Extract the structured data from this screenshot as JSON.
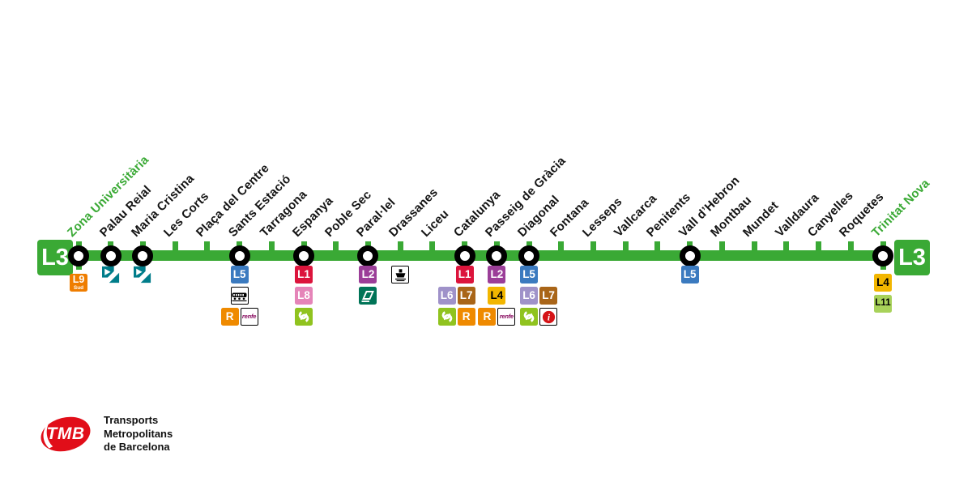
{
  "line": {
    "badge_label": "L3",
    "color": "#3AA935",
    "terminal_label_color": "#3AA935"
  },
  "logo": {
    "abbr": "TMB",
    "lines": [
      "Transports",
      "Metropolitans",
      "de Barcelona"
    ]
  },
  "stations": [
    {
      "name": "Zona Universitària",
      "terminal": true,
      "transfer": true,
      "badge_rows": [
        {
          "offset": 0,
          "badges": [
            {
              "label": "L9",
              "sub": "Sud",
              "bg": "#EF7D00"
            }
          ]
        }
      ]
    },
    {
      "name": "Palau Reial",
      "transfer": true,
      "badge_rows": [
        {
          "offset": 0,
          "badges": [
            {
              "icon": "tram"
            }
          ]
        }
      ]
    },
    {
      "name": "Maria Cristina",
      "transfer": true,
      "badge_rows": [
        {
          "offset": 0,
          "badges": [
            {
              "icon": "tram"
            }
          ]
        }
      ]
    },
    {
      "name": "Les Corts"
    },
    {
      "name": "Plaça del Centre"
    },
    {
      "name": "Sants Estació",
      "transfer": true,
      "badge_rows": [
        {
          "offset": 0,
          "badges": [
            {
              "label": "L5",
              "bg": "#3B7ABF"
            }
          ]
        },
        {
          "offset": 0,
          "badges": [
            {
              "icon": "train"
            }
          ]
        },
        {
          "offset": 0,
          "badges": [
            {
              "label": "R",
              "bg": "#EF8A00"
            },
            {
              "icon": "renfe"
            }
          ]
        }
      ]
    },
    {
      "name": "Tarragona"
    },
    {
      "name": "Espanya",
      "transfer": true,
      "badge_rows": [
        {
          "offset": 0,
          "badges": [
            {
              "label": "L1",
              "bg": "#DC143C"
            }
          ]
        },
        {
          "offset": 0,
          "badges": [
            {
              "label": "L8",
              "bg": "#E584B8"
            }
          ]
        },
        {
          "offset": 0,
          "badges": [
            {
              "icon": "fgc"
            }
          ]
        }
      ]
    },
    {
      "name": "Poble Sec"
    },
    {
      "name": "Paral·lel",
      "transfer": true,
      "badge_rows": [
        {
          "offset": 0,
          "badges": [
            {
              "label": "L2",
              "bg": "#9B3E98"
            }
          ]
        },
        {
          "offset": 0,
          "badges": [
            {
              "icon": "funicular"
            }
          ]
        }
      ]
    },
    {
      "name": "Drassanes",
      "badge_rows": [
        {
          "offset": 0,
          "badges": [
            {
              "icon": "ship"
            }
          ]
        }
      ]
    },
    {
      "name": "Liceu"
    },
    {
      "name": "Catalunya",
      "transfer": true,
      "badge_rows": [
        {
          "offset": 0,
          "badges": [
            {
              "label": "L1",
              "bg": "#DC143C"
            }
          ]
        },
        {
          "offset": -10,
          "badges": [
            {
              "label": "L6",
              "bg": "#9F92C9"
            },
            {
              "label": "L7",
              "bg": "#A96518"
            }
          ]
        },
        {
          "offset": -10,
          "badges": [
            {
              "icon": "fgc"
            },
            {
              "label": "R",
              "bg": "#EF8A00"
            }
          ]
        }
      ]
    },
    {
      "name": "Passeig de Gràcia",
      "transfer": true,
      "badge_rows": [
        {
          "offset": 0,
          "badges": [
            {
              "label": "L2",
              "bg": "#9B3E98"
            }
          ]
        },
        {
          "offset": 0,
          "badges": [
            {
              "label": "L4",
              "bg": "#F2B600",
              "fg": "#000000"
            }
          ]
        },
        {
          "offset": 0,
          "badges": [
            {
              "label": "R",
              "bg": "#EF8A00"
            },
            {
              "icon": "renfe"
            }
          ]
        }
      ]
    },
    {
      "name": "Diagonal",
      "transfer": true,
      "badge_rows": [
        {
          "offset": 0,
          "badges": [
            {
              "label": "L5",
              "bg": "#3B7ABF"
            }
          ]
        },
        {
          "offset": 12,
          "badges": [
            {
              "label": "L6",
              "bg": "#9F92C9"
            },
            {
              "label": "L7",
              "bg": "#A96518"
            }
          ]
        },
        {
          "offset": 12,
          "badges": [
            {
              "icon": "fgc"
            },
            {
              "icon": "info"
            }
          ]
        }
      ]
    },
    {
      "name": "Fontana"
    },
    {
      "name": "Lesseps"
    },
    {
      "name": "Vallcarca"
    },
    {
      "name": "Penitents"
    },
    {
      "name": "Vall d’Hebron",
      "transfer": true,
      "badge_rows": [
        {
          "offset": 0,
          "badges": [
            {
              "label": "L5",
              "bg": "#3B7ABF"
            }
          ]
        }
      ]
    },
    {
      "name": "Montbau"
    },
    {
      "name": "Mundet"
    },
    {
      "name": "Valldaura"
    },
    {
      "name": "Canyelles"
    },
    {
      "name": "Roquetes"
    },
    {
      "name": "Trinitat Nova",
      "terminal": true,
      "transfer": true,
      "badge_rows": [
        {
          "offset": 0,
          "badges": [
            {
              "label": "L4",
              "bg": "#F2B600",
              "fg": "#000000"
            }
          ]
        },
        {
          "offset": 0,
          "badges": [
            {
              "label": "L11",
              "bg": "#A8D25A",
              "fg": "#000000"
            }
          ]
        }
      ]
    }
  ]
}
